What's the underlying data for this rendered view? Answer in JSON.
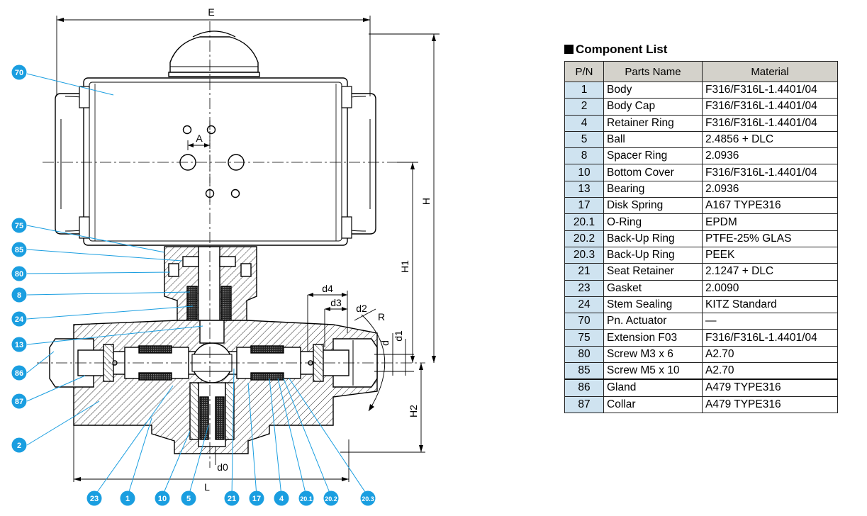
{
  "component_list": {
    "title": "Component List",
    "headers": {
      "pn": "P/N",
      "name": "Parts Name",
      "material": "Material"
    },
    "rows": [
      {
        "pn": "1",
        "name": "Body",
        "material": "F316/F316L-1.4401/04"
      },
      {
        "pn": "2",
        "name": "Body Cap",
        "material": "F316/F316L-1.4401/04"
      },
      {
        "pn": "4",
        "name": "Retainer Ring",
        "material": "F316/F316L-1.4401/04"
      },
      {
        "pn": "5",
        "name": "Ball",
        "material": "2.4856 + DLC"
      },
      {
        "pn": "8",
        "name": "Spacer Ring",
        "material": "2.0936"
      },
      {
        "pn": "10",
        "name": "Bottom Cover",
        "material": "F316/F316L-1.4401/04"
      },
      {
        "pn": "13",
        "name": "Bearing",
        "material": "2.0936"
      },
      {
        "pn": "17",
        "name": "Disk Spring",
        "material": "A167 TYPE316"
      },
      {
        "pn": "20.1",
        "name": "O-Ring",
        "material": "EPDM"
      },
      {
        "pn": "20.2",
        "name": "Back-Up Ring",
        "material": "PTFE-25% GLAS"
      },
      {
        "pn": "20.3",
        "name": "Back-Up Ring",
        "material": "PEEK"
      },
      {
        "pn": "21",
        "name": "Seat Retainer",
        "material": "2.1247 + DLC"
      },
      {
        "pn": "23",
        "name": "Gasket",
        "material": "2.0090"
      },
      {
        "pn": "24",
        "name": "Stem Sealing",
        "material": "KITZ Standard"
      },
      {
        "pn": "70",
        "name": "Pn. Actuator",
        "material": "—"
      },
      {
        "pn": "75",
        "name": "Extension F03",
        "material": "F316/F316L-1.4401/04"
      },
      {
        "pn": "80",
        "name": "Screw M3 x 6",
        "material": "A2.70"
      },
      {
        "pn": "85",
        "name": "Screw M5 x 10",
        "material": "A2.70"
      },
      {
        "pn": "86",
        "name": "Gland",
        "material": "A479 TYPE316"
      },
      {
        "pn": "87",
        "name": "Collar",
        "material": "A479 TYPE316"
      }
    ]
  },
  "drawing": {
    "dimensions": {
      "E": "E",
      "A": "A",
      "H": "H",
      "H1": "H1",
      "H2": "H2",
      "L": "L",
      "d": "d",
      "d0": "d0",
      "d1": "d1",
      "d2": "d2",
      "d3": "d3",
      "d4": "d4",
      "R": "R"
    },
    "callouts": {
      "left": [
        "70",
        "75",
        "85",
        "80",
        "8",
        "24",
        "13",
        "86",
        "87",
        "2"
      ],
      "bottom": [
        "23",
        "1",
        "10",
        "5",
        "21",
        "17",
        "4",
        "20.1",
        "20.2",
        "20.3"
      ]
    },
    "colors": {
      "callout": "#1a9ee0",
      "table_header": "#d4d2cb",
      "pn_cell": "#cfe3f0"
    }
  }
}
